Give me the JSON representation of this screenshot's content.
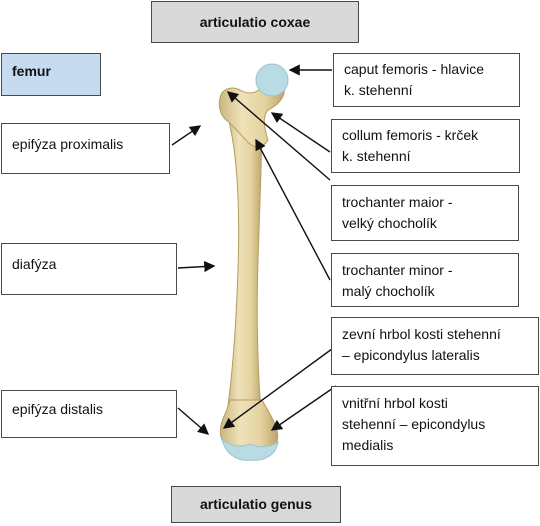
{
  "top_joint": "articulatio coxae",
  "bottom_joint": "articulatio genus",
  "bone_name": "femur",
  "left_labels": {
    "proximal": "epifýza proximalis",
    "shaft": "diafýza",
    "distal": "epifýza distalis"
  },
  "right_labels": {
    "head": [
      "caput femoris - hlavice",
      "k. stehenní"
    ],
    "neck": [
      "collum femoris - krček",
      "k. stehenní"
    ],
    "troch_major": [
      "trochanter maior -",
      "velký chocholík"
    ],
    "troch_minor": [
      "trochanter minor -",
      "malý chocholík"
    ],
    "epi_lat": [
      "zevní hrbol kosti stehenní",
      "– epicondylus lateralis"
    ],
    "epi_med": [
      "vnitřní hrbol kosti",
      "stehenní – epicondylus",
      "medialis"
    ]
  },
  "colors": {
    "bone": "#e6d6a8",
    "bone_shade": "#c9b27a",
    "cartilage": "#b9dbe3",
    "joint_box": "#d9d9d9",
    "title_box": "#c6dbef"
  }
}
